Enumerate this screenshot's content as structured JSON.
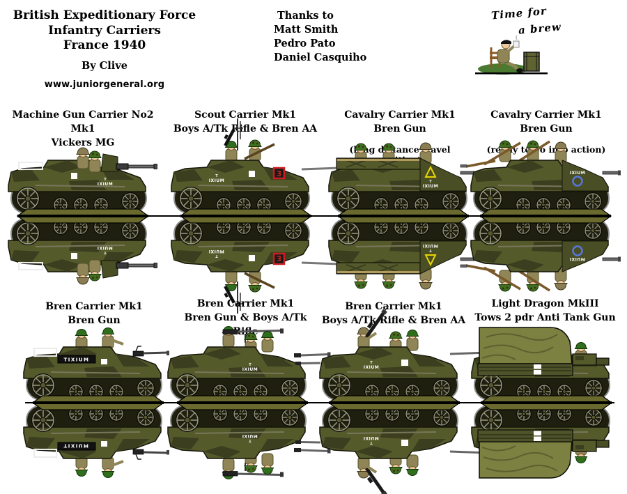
{
  "header": {
    "title_lines": [
      "British Expeditionary Force",
      "Infantry Carriers",
      "France 1940"
    ],
    "byline": "By Clive",
    "website": "www.juniorgeneral.org",
    "thanks": {
      "heading": "Thanks to",
      "names": [
        "Matt Smith",
        "Pedro Pato",
        "Daniel Casquiho"
      ]
    },
    "brew": {
      "line1": "Time for",
      "line2": "a brew"
    }
  },
  "colors": {
    "hull_olive": "#555a2b",
    "camo_dark": "#3b3e1f",
    "stand_olive": "#6a6a2e",
    "track_dark": "#1f1f0f",
    "uniform_khaki": "#8f8557",
    "helmet_green": "#2f6e1c",
    "badge_red": "#cc2020",
    "badge_yellow": "#e8d400",
    "badge_blue": "#5577dd",
    "marking_white": "#ffffff"
  },
  "vehicles": {
    "row1": [
      {
        "title": "Machine Gun Carrier No2 Mk1",
        "subtitle": "Vickers MG",
        "note": "",
        "marking_top": "T",
        "marking": "IXIUM"
      },
      {
        "title": "Scout Carrier Mk1",
        "subtitle": "Boys A/Tk Rifle & Bren AA",
        "note": "",
        "badge": "3",
        "marking_top": "T",
        "marking": "IXIUM"
      },
      {
        "title": "Cavalry Carrier Mk1",
        "subtitle": "Bren Gun",
        "note": "(long distance travel position)",
        "marking_top": "T",
        "marking": "IXIUM"
      },
      {
        "title": "Cavalry Carrier Mk1",
        "subtitle": "Bren Gun",
        "note": "(ready to go into action)",
        "marking": "IXIUM"
      }
    ],
    "row2": [
      {
        "title": "Bren Carrier Mk1",
        "subtitle": "Bren Gun",
        "plate": "TIXIUM"
      },
      {
        "title": "Bren Carrier Mk1",
        "subtitle": "Bren Gun & Boys A/Tk Rifle",
        "marking_top": "T",
        "marking": "IXIUM"
      },
      {
        "title": "Bren Carrier Mk1",
        "subtitle": "Boys A/Tk Rifle & Bren AA",
        "marking_top": "T",
        "marking": "IXIUM"
      },
      {
        "title": "Light Dragon MkIII",
        "subtitle": "Tows 2 pdr Anti Tank Gun"
      }
    ]
  }
}
